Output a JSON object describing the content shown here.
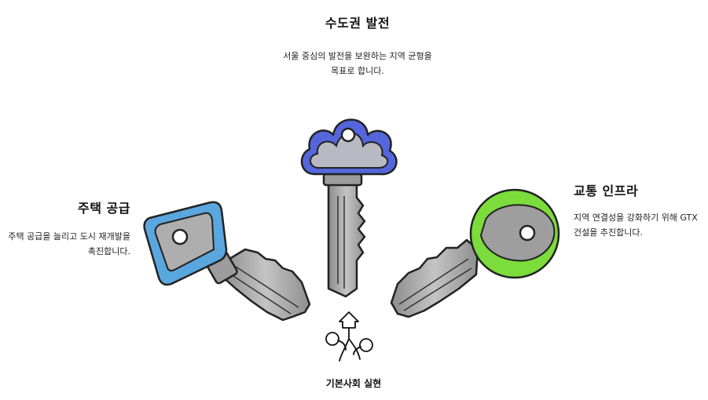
{
  "top": {
    "title": "수도권 발전",
    "description": "서울 중심의 발전을 보완하는 지역 균형을 목표로 합니다."
  },
  "left": {
    "title": "주택 공급",
    "description": "주택 공급을 늘리고 도시 재개발을 촉진합니다."
  },
  "right": {
    "title": "교통 인프라",
    "description": "지역 연결성을 강화하기 위해 GTX 건설을 추진합니다."
  },
  "center": {
    "label": "기본사회 실현",
    "icon": "house-plant-icon"
  },
  "colors": {
    "top_key": "#4a5bd6",
    "left_key": "#4f9ed8",
    "right_key": "#7cdc3c",
    "key_metal": "#a9a9a9"
  }
}
